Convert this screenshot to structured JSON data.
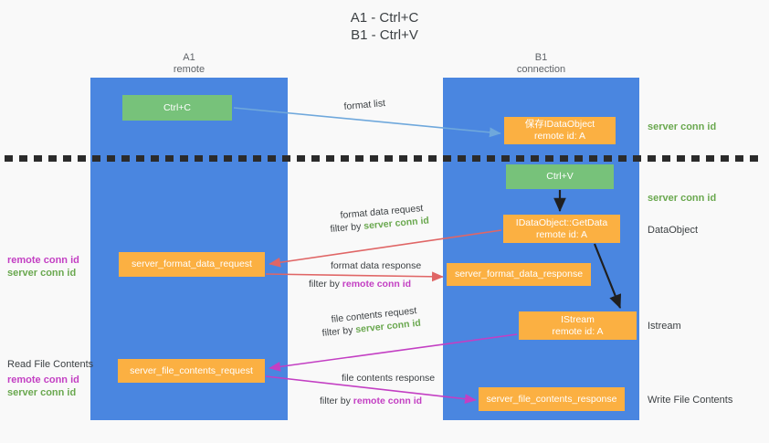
{
  "title": "A1 - Ctrl+C\nB1 - Ctrl+V",
  "colors": {
    "lane": "#4a86e0",
    "node_green": "#77c27a",
    "node_orange": "#fbb042",
    "server_conn_id": "#6aa84f",
    "remote_conn_id": "#c33fc3",
    "divider": "#2b2b2b",
    "background": "#f9f9f9",
    "arrow_format_list": "#6fa8dc",
    "arrow_format_data": "#e06666",
    "arrow_file_contents": "#c33fc3",
    "arrow_internal": "#1f1f1f"
  },
  "columns": [
    {
      "name": "A1",
      "sub": "remote",
      "header": "A1\nremote"
    },
    {
      "name": "B1",
      "sub": "connection",
      "header": "B1\nconnection"
    }
  ],
  "nodes": {
    "ctrl_c": "Ctrl+C",
    "save_idataobject": "保存IDataObject\nremote id: A",
    "ctrl_v": "Ctrl+V",
    "getdata": "IDataObject::GetData\nremote id: A",
    "server_format_data_request": "server_format_data_request",
    "server_format_data_response": "server_format_data_response",
    "istream": "IStream\nremote id: A",
    "server_file_contents_request": "server_file_contents_request",
    "server_file_contents_response": "server_file_contents_response"
  },
  "right_labels": {
    "server_conn_id_top": "server conn id",
    "server_conn_id_mid": "server conn id",
    "dataobject": "DataObject",
    "istream": "Istream",
    "write_file_contents": "Write File Contents"
  },
  "left_labels": {
    "conn_ids": {
      "remote": "remote conn id",
      "server": "server conn id"
    },
    "read_file_contents": {
      "heading": "Read File Contents",
      "remote": "remote conn id",
      "server": "server conn id"
    }
  },
  "edge_labels": {
    "format_list": "format list",
    "format_data_request": "format data request",
    "format_data_request_filter_prefix": "filter by ",
    "format_data_request_filter_value": "server conn id",
    "format_data_response": "format data response",
    "format_data_response_filter_prefix": "filter by ",
    "format_data_response_filter_value": "remote conn id",
    "file_contents_request": "file contents request",
    "file_contents_request_filter_prefix": "filter by ",
    "file_contents_request_filter_value": "server conn id",
    "file_contents_response": "file contents response",
    "file_contents_response_filter_prefix": "filter by ",
    "file_contents_response_filter_value": "remote conn id"
  }
}
